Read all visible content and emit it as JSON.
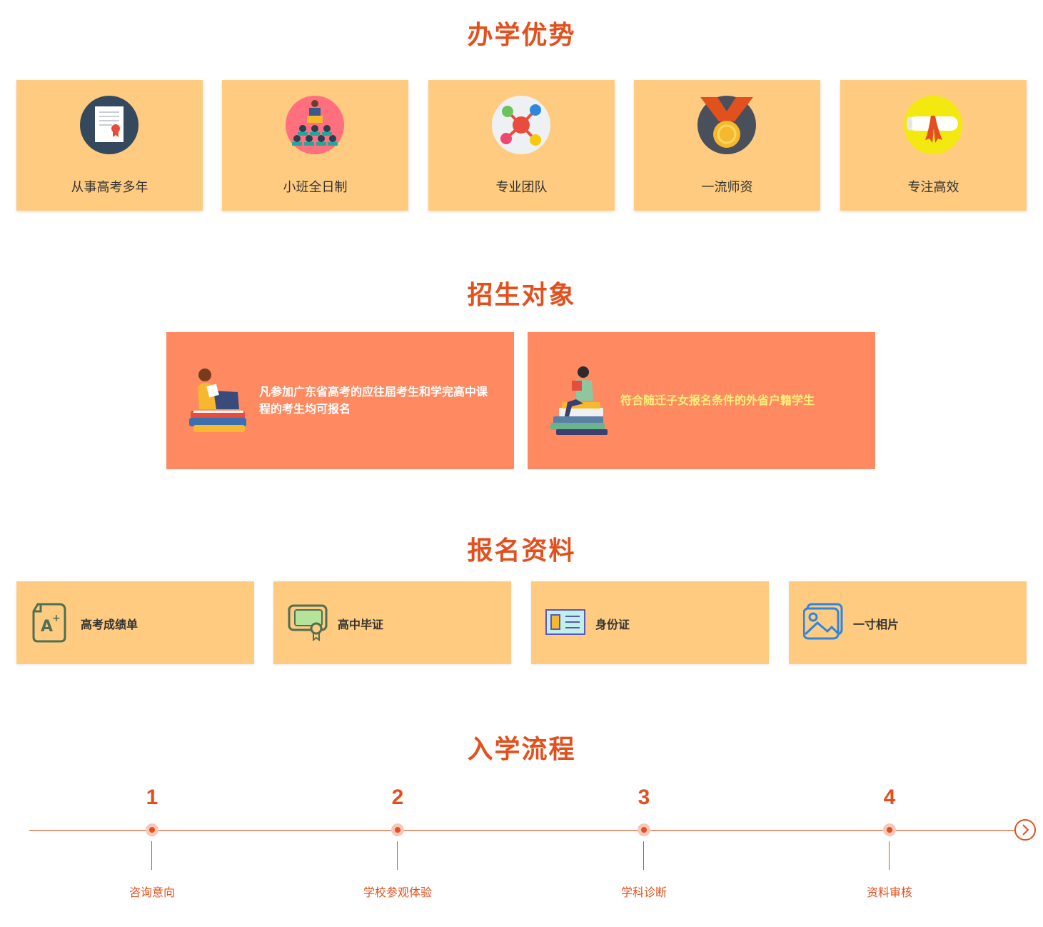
{
  "advantages": {
    "title": "办学优势",
    "items": [
      {
        "label": "从事高考多年",
        "icon": "certificate-icon"
      },
      {
        "label": "小班全日制",
        "icon": "classroom-icon"
      },
      {
        "label": "专业团队",
        "icon": "network-icon"
      },
      {
        "label": "一流师资",
        "icon": "medal-icon"
      },
      {
        "label": "专注高效",
        "icon": "diploma-icon"
      }
    ]
  },
  "targets": {
    "title": "招生对象",
    "items": [
      {
        "text": "凡参加广东省高考的应往届考生和学完高中课程的考生均可报名",
        "color": "#ffffff"
      },
      {
        "text": "符合随迁子女报名条件的外省户籍学生",
        "color": "#fff27a"
      }
    ]
  },
  "materials": {
    "title": "报名资料",
    "items": [
      {
        "label": "高考成绩单",
        "icon": "grade-report-icon"
      },
      {
        "label": "高中毕证",
        "icon": "diploma-certificate-icon"
      },
      {
        "label": "身份证",
        "icon": "id-card-icon"
      },
      {
        "label": "一寸相片",
        "icon": "photo-icon"
      }
    ]
  },
  "process": {
    "title": "入学流程",
    "steps": [
      {
        "num": "1",
        "label": "咨询意向"
      },
      {
        "num": "2",
        "label": "学校参观体验"
      },
      {
        "num": "3",
        "label": "学科诊断"
      },
      {
        "num": "4",
        "label": "资料审核"
      }
    ]
  },
  "colors": {
    "accent": "#e2501e",
    "card": "#ffcb80",
    "target_card": "#ff8a62"
  }
}
